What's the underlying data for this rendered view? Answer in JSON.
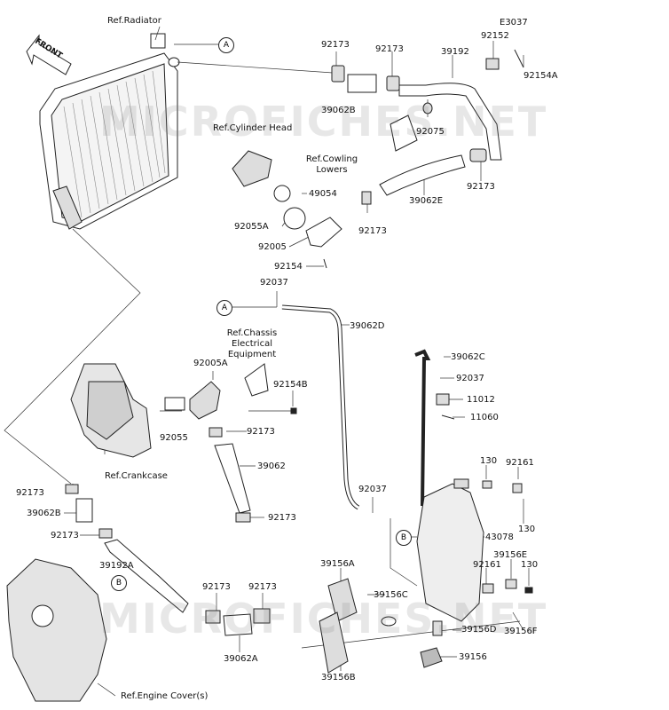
{
  "front_label": "FRONT",
  "watermark": "MICROFICHES.NET",
  "refs": {
    "radiator": "Ref.Radiator",
    "cylinder_head": "Ref.Cylinder Head",
    "cowling": "Ref.Cowling Lowers",
    "chassis": "Ref.Chassis Electrical Equipment",
    "crankcase": "Ref.Crankcase",
    "engine_cover": "Ref.Engine Cover(s)"
  },
  "callouts": {
    "a": "A",
    "b": "B"
  },
  "parts": {
    "p92173_1": "92173",
    "p92173_2": "92173",
    "p92173_3": "92173",
    "p92173_4": "92173",
    "p92173_5": "92173",
    "p92173_6": "92173",
    "p92173_7": "92173",
    "p92173_8": "92173",
    "p92173_9": "92173",
    "p92173_10": "92173",
    "p39062B_1": "39062B",
    "p39062B_2": "39062B",
    "e3037": "E3037",
    "p92152": "92152",
    "p92154A": "92154A",
    "p39192": "39192",
    "p92075": "92075",
    "p39062E": "39062E",
    "p49054": "49054",
    "p92055A": "92055A",
    "p92005": "92005",
    "p92154": "92154",
    "p92037_1": "92037",
    "p39062D": "39062D",
    "p92005A": "92005A",
    "p92154B": "92154B",
    "p92055": "92055",
    "p39062": "39062",
    "p39062C": "39062C",
    "p92037_2": "92037",
    "p11012": "11012",
    "p11060": "11060",
    "p130_1": "130",
    "p92161_1": "92161",
    "p130_2": "130",
    "p43078": "43078",
    "p92037_3": "92037",
    "p92161_2": "92161",
    "p39156E": "39156E",
    "p130_3": "130",
    "p39156A": "39156A",
    "p39156C": "39156C",
    "p39156D": "39156D",
    "p39156F": "39156F",
    "p39156": "39156",
    "p39156B": "39156B",
    "p39192A": "39192A",
    "p39062A": "39062A"
  }
}
